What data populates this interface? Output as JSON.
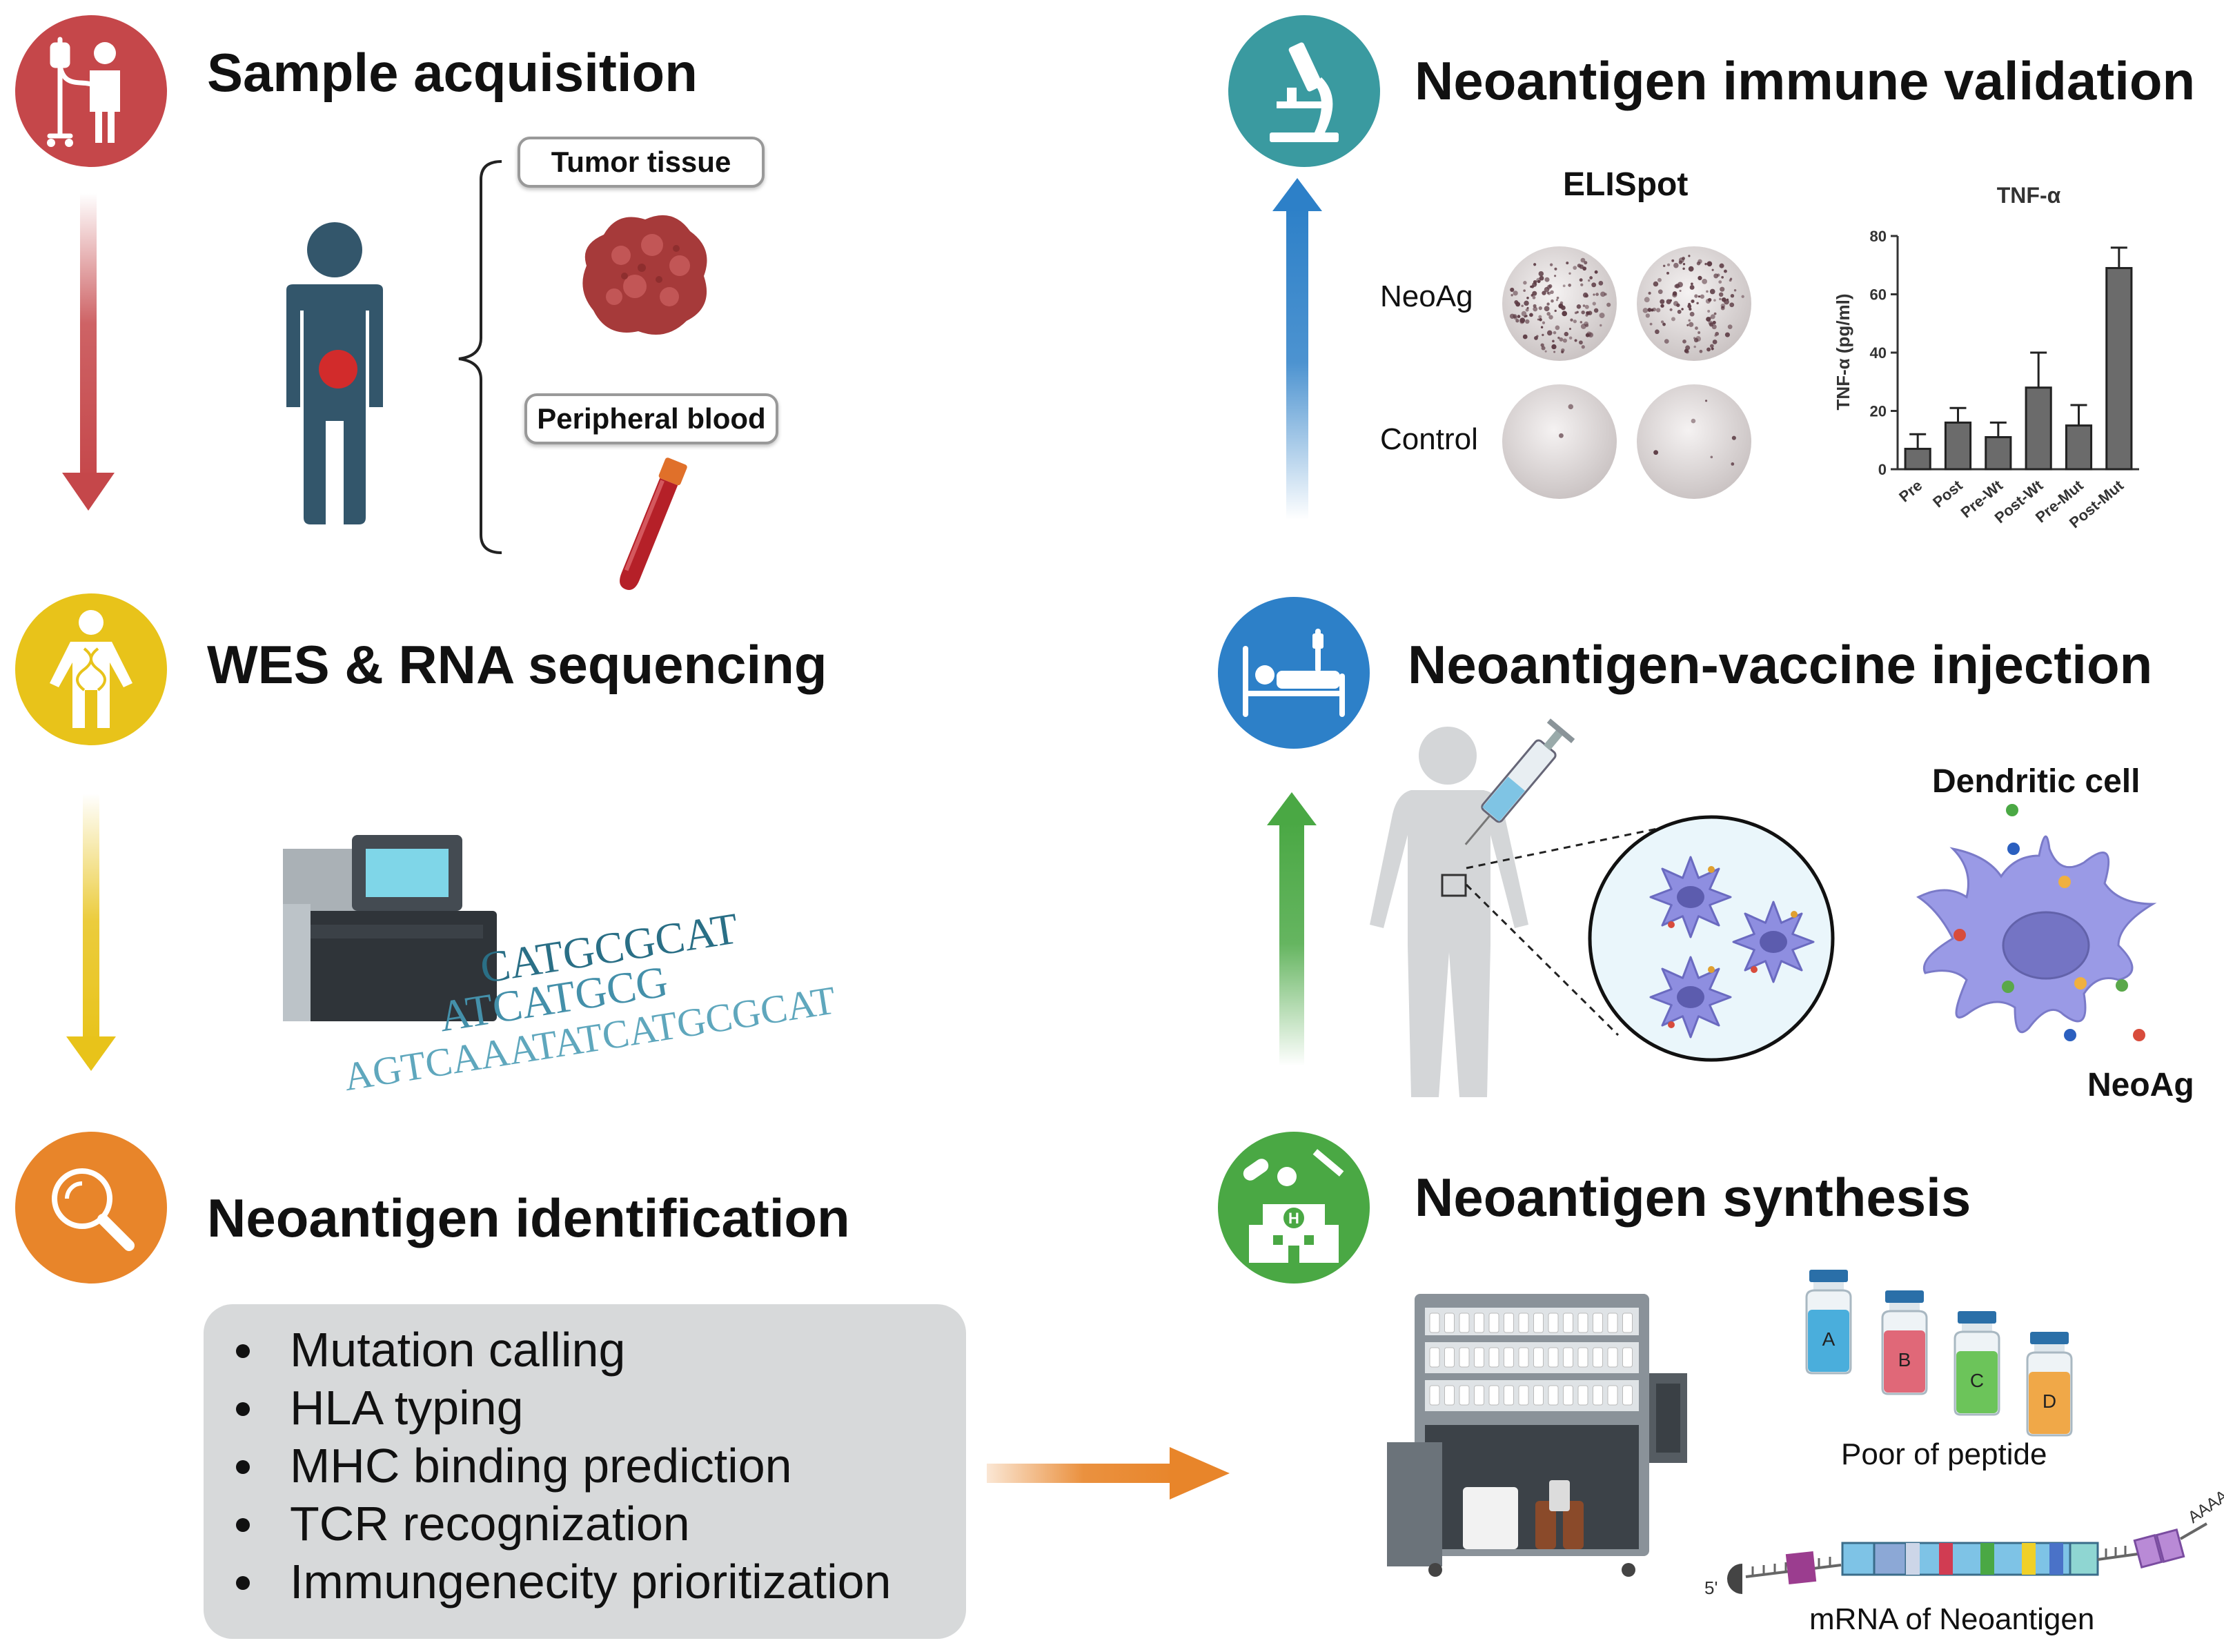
{
  "steps": {
    "sample_acquisition": {
      "title": "Sample acquisition",
      "color": "#c5474a",
      "icon": "patient-iv-icon"
    },
    "sequencing": {
      "title": "WES & RNA sequencing",
      "color": "#e8c31a",
      "icon": "dna-person-icon"
    },
    "identification": {
      "title": "Neoantigen identification",
      "color": "#e8852a",
      "icon": "magnifier-icon"
    },
    "immune_validation": {
      "title": "Neoantigen immune validation",
      "color": "#3a9aa0",
      "icon": "microscope-icon"
    },
    "vaccine_injection": {
      "title": "Neoantigen-vaccine  injection",
      "color": "#2d80c8",
      "icon": "hospital-bed-icon"
    },
    "synthesis": {
      "title": "Neoantigen synthesis",
      "color": "#4aa844",
      "icon": "hospital-icon"
    }
  },
  "sample": {
    "tumor_tissue": "Tumor tissue",
    "peripheral_blood": "Peripheral blood"
  },
  "sequences": {
    "line1": "CATGCGCAT",
    "line2": "ATCATGCG",
    "line3": "AGTCAAATATCATGCGCAT"
  },
  "identification_list": [
    "Mutation calling",
    "HLA typing",
    "MHC  binding prediction",
    "TCR recognization",
    "Immungenecity prioritization"
  ],
  "elispot": {
    "title": "ELISpot",
    "row1": "NeoAg",
    "row2": "Control"
  },
  "vaccine": {
    "dendritic_cell": "Dendritic cell",
    "neoag": "NeoAg"
  },
  "synthesis": {
    "vials": [
      "A",
      "B",
      "C",
      "D"
    ],
    "vial_colors": [
      "#4aaedc",
      "#e06878",
      "#6cc45a",
      "#f0a848"
    ],
    "pool_label": "Poor of peptide",
    "mrna_label": "mRNA of Neoantigen",
    "five_prime": "5'",
    "poly_a": "AAAA"
  },
  "chart_data": {
    "type": "bar",
    "title": "TNF-α",
    "ylabel": "TNF-α (pg/ml)",
    "xlabel": "",
    "categories": [
      "Pre",
      "Post",
      "Pre-Wt",
      "Post-Wt",
      "Pre-Mut",
      "Post-Mut"
    ],
    "values": [
      7,
      16,
      11,
      28,
      15,
      69
    ],
    "errors": [
      5,
      5,
      5,
      12,
      7,
      7
    ],
    "ylim": [
      0,
      80
    ],
    "yticks": [
      "0",
      "20",
      "40",
      "60",
      "80"
    ],
    "bar_color": "#6b6b6b",
    "grid": false
  }
}
